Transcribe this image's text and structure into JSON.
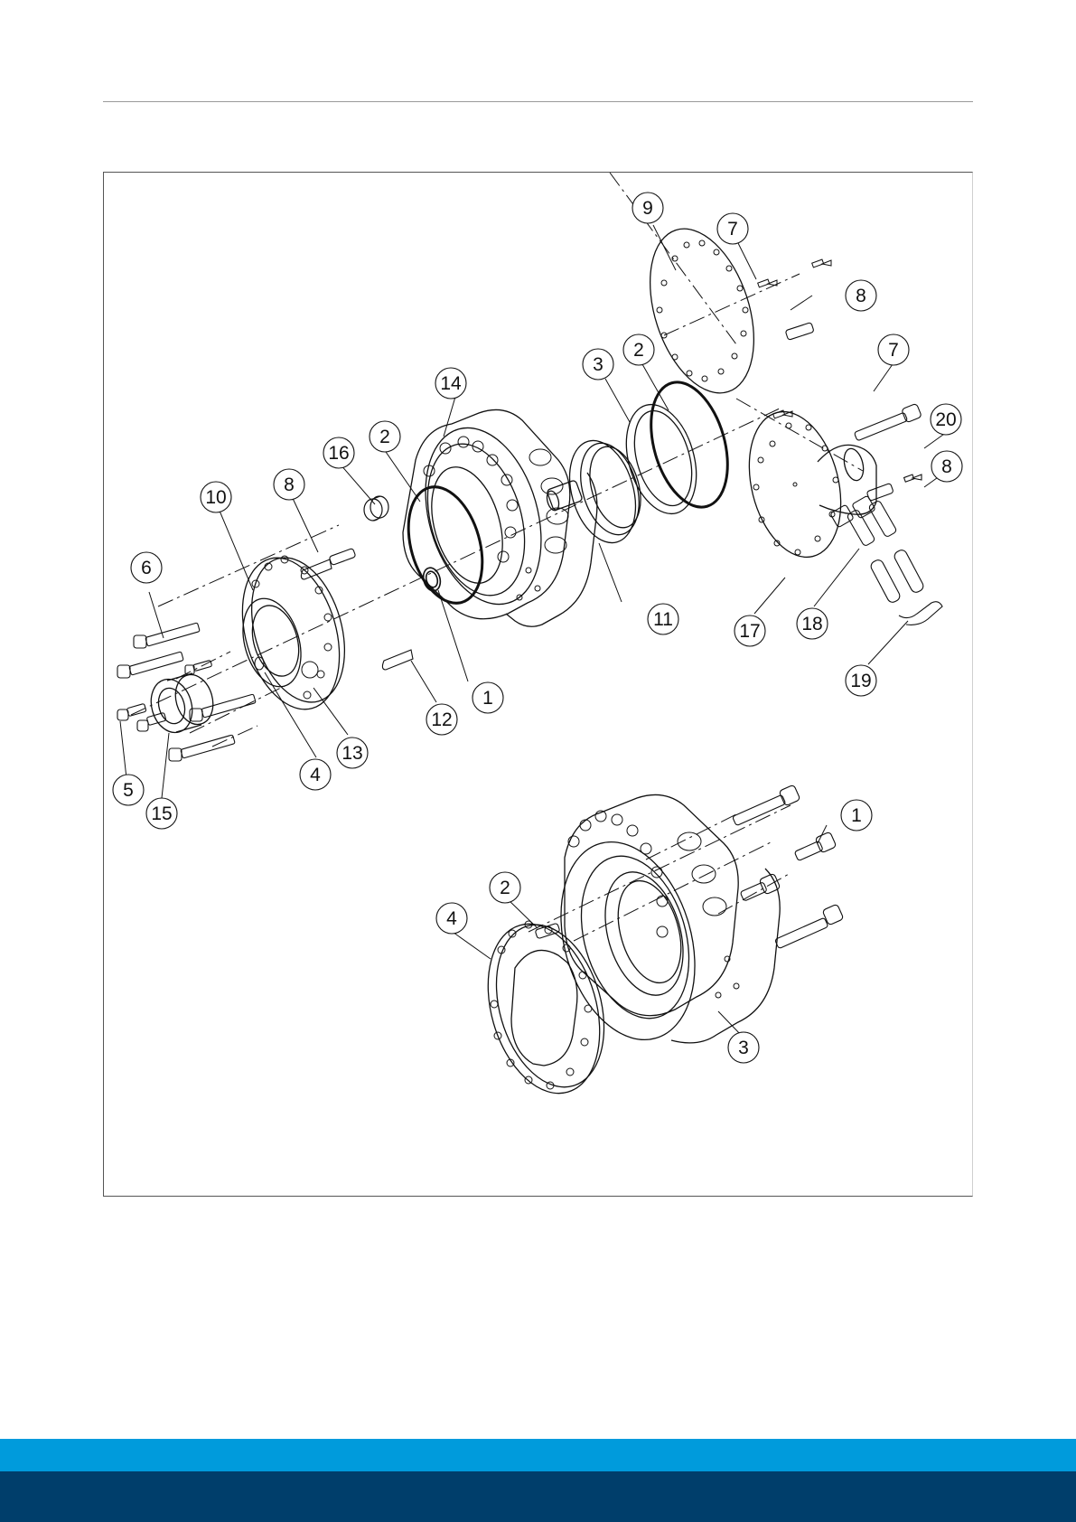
{
  "colors": {
    "footer_light": "#009bdc",
    "footer_dark": "#003e6b",
    "line": "#111111"
  },
  "figure": {
    "callouts_upper": [
      "9",
      "7",
      "8",
      "2",
      "3",
      "7",
      "20",
      "8",
      "14",
      "16",
      "2",
      "10",
      "8",
      "6",
      "11",
      "17",
      "18",
      "19",
      "1",
      "12",
      "13",
      "4",
      "5",
      "15"
    ],
    "callouts_lower": [
      "1",
      "2",
      "4",
      "3"
    ]
  }
}
